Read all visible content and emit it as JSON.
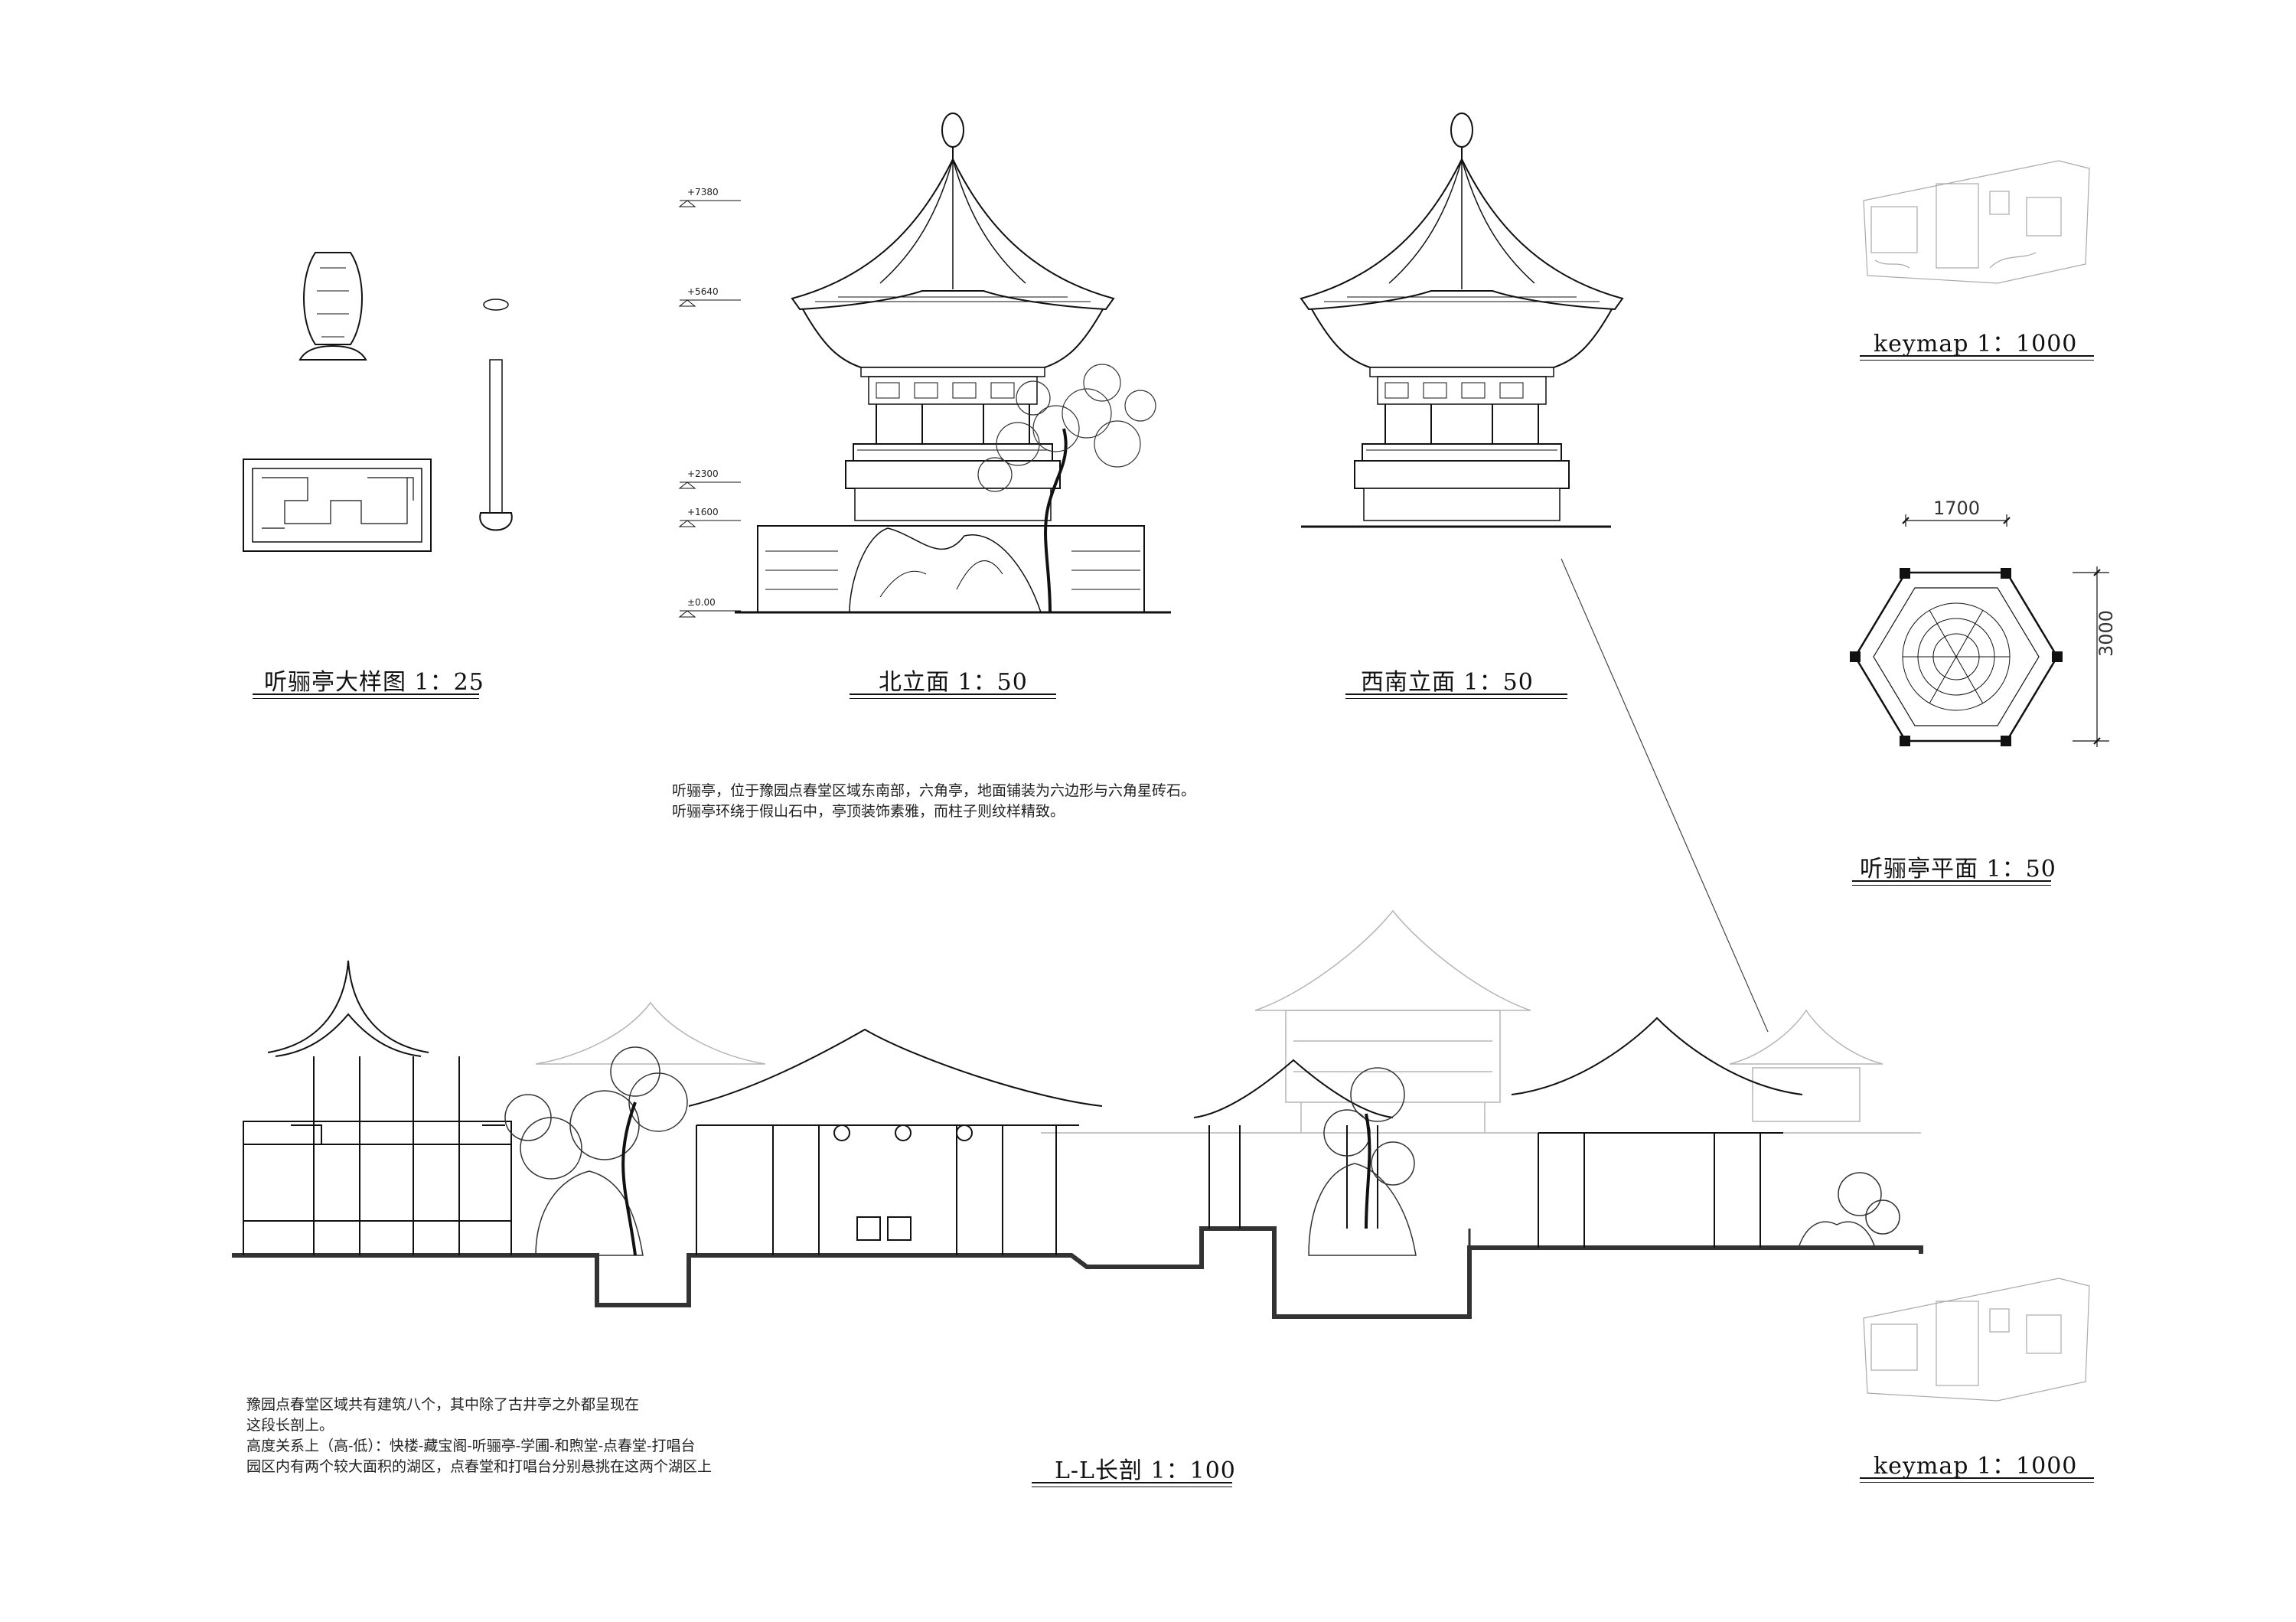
{
  "captions": {
    "detail": "听骊亭大样图 1：25",
    "north": "北立面 1：50",
    "southwest": "西南立面 1：50",
    "keymap_top": "keymap 1：1000",
    "plan": "听骊亭平面 1：50",
    "section": "L-L长剖 1：100",
    "keymap_bottom": "keymap 1：1000"
  },
  "levels": {
    "l7380": "+7380",
    "l5640": "+5640",
    "l2300": "+2300",
    "l1600": "+1600",
    "l000": "±0.00"
  },
  "dimensions": {
    "width": "1700",
    "height": "3000"
  },
  "notes": {
    "pavilion": [
      "听骊亭，位于豫园点春堂区域东南部，六角亭，地面铺装为六边形与六角星砖石。",
      "听骊亭环绕于假山石中，亭顶装饰素雅，而柱子则纹样精致。"
    ],
    "section": [
      "豫园点春堂区域共有建筑八个，其中除了古井亭之外都呈现在",
      "这段长剖上。",
      "高度关系上（高-低）：快楼-藏宝阁-听骊亭-学圃-和煦堂-点春堂-打唱台",
      "园区内有两个较大面积的湖区，点春堂和打唱台分别悬挑在这两个湖区上"
    ]
  },
  "colors": {
    "line": "#111111",
    "faint": "#b5b5b5",
    "ground": "#333333"
  }
}
